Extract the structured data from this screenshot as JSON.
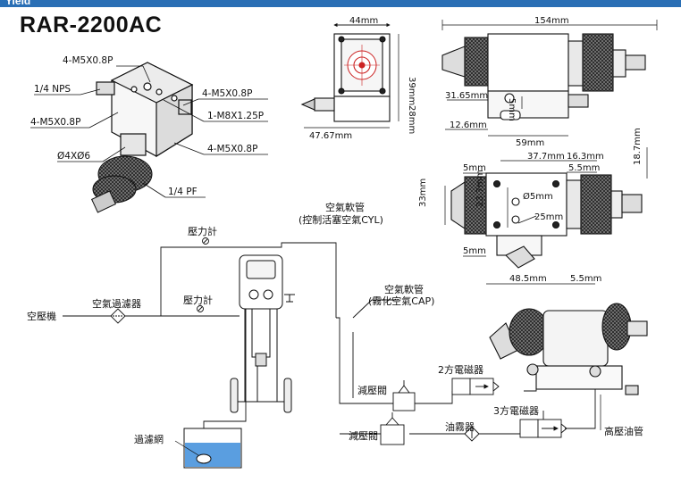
{
  "header": {
    "brand": "Yield",
    "model": "RAR-2200AC"
  },
  "iso_view": {
    "labels": {
      "m5_top": "4-M5X0.8P",
      "nps": "1/4 NPS",
      "m5_left": "4-M5X0.8P",
      "m5_right": "4-M5X0.8P",
      "m8": "1-M8X1.25P",
      "m5_bottom": "4-M5X0.8P",
      "phi": "Ø4XØ6",
      "pf": "1/4 PF"
    }
  },
  "front_view": {
    "dims": {
      "w44": "44mm",
      "h39": "39mm",
      "h28": "28mm",
      "w4767": "47.67mm"
    }
  },
  "side_view": {
    "dims": {
      "w154": "154mm",
      "d3165": "31.65mm",
      "d5": "5mm",
      "d126": "12.6mm",
      "w59": "59mm"
    }
  },
  "plan_view": {
    "dims": {
      "w377": "37.7mm",
      "w163": "16.3mm",
      "h187": "18.7mm",
      "w5a": "5mm",
      "w55a": "5.5mm",
      "phi5": "Ø5mm",
      "h237": "23.7mm",
      "h33": "33mm",
      "d25": "25mm",
      "w5b": "5mm",
      "w485": "48.5mm",
      "w55b": "5.5mm"
    }
  },
  "schematic": {
    "labels": {
      "hose_cyl_title": "空氣軟管",
      "hose_cyl_sub": "(控制活塞空氣CYL)",
      "gauge_top": "壓力計",
      "gauge_mid": "壓力計",
      "filter": "空氣過濾器",
      "compressor": "空壓機",
      "hose_cap_title": "空氣軟管",
      "hose_cap_sub": "(霧化空氣CAP)",
      "valve_2way": "2方電磁器",
      "regulator_1": "減壓閥",
      "valve_3way": "3方電磁器",
      "regulator_2": "減壓閥",
      "lubricator": "油霧器",
      "strainer": "過濾網",
      "hp_hose": "高壓油管"
    }
  }
}
